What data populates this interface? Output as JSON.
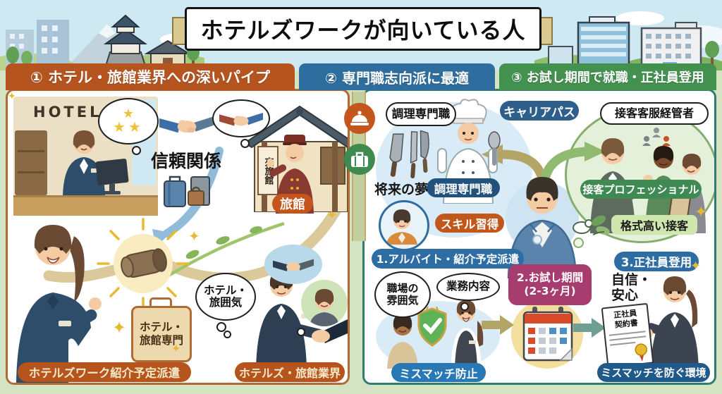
{
  "title": "ホテルズワークが向いている人",
  "s1": {
    "header": "① ホテル・旅館業界への深いパイプ",
    "hotel_sign": "HOTEL",
    "trust_label": "信頼関係",
    "ryokan_sign": "夾旅館",
    "ryokan_pill": "旅館",
    "stars": "★",
    "atmosphere_l1": "ホテル・",
    "atmosphere_l2": "旅囲気",
    "badge_l1": "ホテル・",
    "badge_l2": "旅館専門",
    "pill_left": "ホテルズワーク紹介予定派遣",
    "pill_right": "ホテルズ・旅館業界"
  },
  "s2": {
    "header": "② 専門職志向派に最適",
    "chef_bubble": "調理専門職",
    "chef_pill": "調理専門職",
    "career_pill": "キャリアパス",
    "dream_label": "将来の夢",
    "skill_pill": "スキル習得",
    "step1_pill": "1.アルバイト・紹介予定派遣",
    "workplace_l1": "職場の",
    "workplace_l2": "雰囲気",
    "work_bubble": "業務内容",
    "mismatch_pill": "ミスマッチ防止"
  },
  "s3": {
    "header": "③ お試し期間で就職・正社員登用",
    "service_bubble": "接客客服経管者",
    "service_pill": "接客プロフェッショナル",
    "formal_pill": "格式高い接客",
    "step2_l1": "2.お試し期間",
    "step2_l2": "(2-3ヶ月)",
    "step3_pill": "3.正社員登用",
    "confidence_l1": "自信・",
    "confidence_l2": "安心",
    "contract_l1": "正社員",
    "contract_l2": "契約書",
    "env_pill": "ミスマッチを防ぐ環境"
  },
  "colors": {
    "header1": "#b5541e",
    "header2": "#2d6e9e",
    "header3": "#43914f",
    "panel1_border": "#b06a35",
    "panel2_border": "#2f7d72",
    "orange_pill": "#bc5a1d",
    "blue_pill": "#2d6da3",
    "navy_pill": "#20527d",
    "magenta_pill": "#a63d6e",
    "green_pill": "#3e8a52",
    "light_green_pill": "#cfe6ae",
    "dark_blue_pill": "#1f5a8a",
    "star_gold": "#e9b832",
    "sky": "#cfe9f2",
    "ground": "#d4e4c2"
  }
}
